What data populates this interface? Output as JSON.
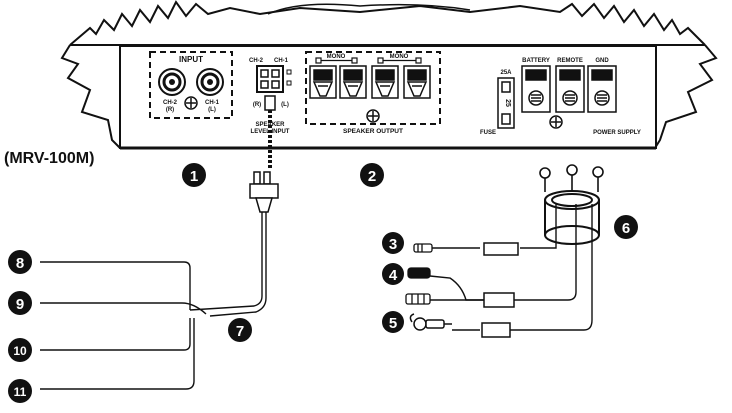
{
  "model": "(MRV-100M)",
  "labels": {
    "input": "INPUT",
    "ch2": "CH-2",
    "ch2_side": "(R)",
    "ch1": "CH-1",
    "ch1_side": "(L)",
    "sl_ch2": "CH-2",
    "sl_ch1": "CH-1",
    "sl_r": "(R)",
    "sl_l": "(L)",
    "speaker_level_line1": "SPEAKER",
    "speaker_level_line2": "LEVEL INPUT",
    "mono_1": "MONO",
    "mono_2": "MONO",
    "speaker_output": "SPEAKER OUTPUT",
    "fuse_rating": "25A",
    "fuse_value": "25",
    "fuse": "FUSE",
    "battery": "BATTERY",
    "remote": "REMOTE",
    "gnd": "GND",
    "power_supply": "POWER SUPPLY",
    "plus": "+",
    "minus": "−"
  },
  "callouts": [
    "1",
    "2",
    "3",
    "4",
    "5",
    "6",
    "7",
    "8",
    "9",
    "10",
    "11"
  ],
  "colors": {
    "ink": "#111111",
    "paper": "#ffffff"
  }
}
